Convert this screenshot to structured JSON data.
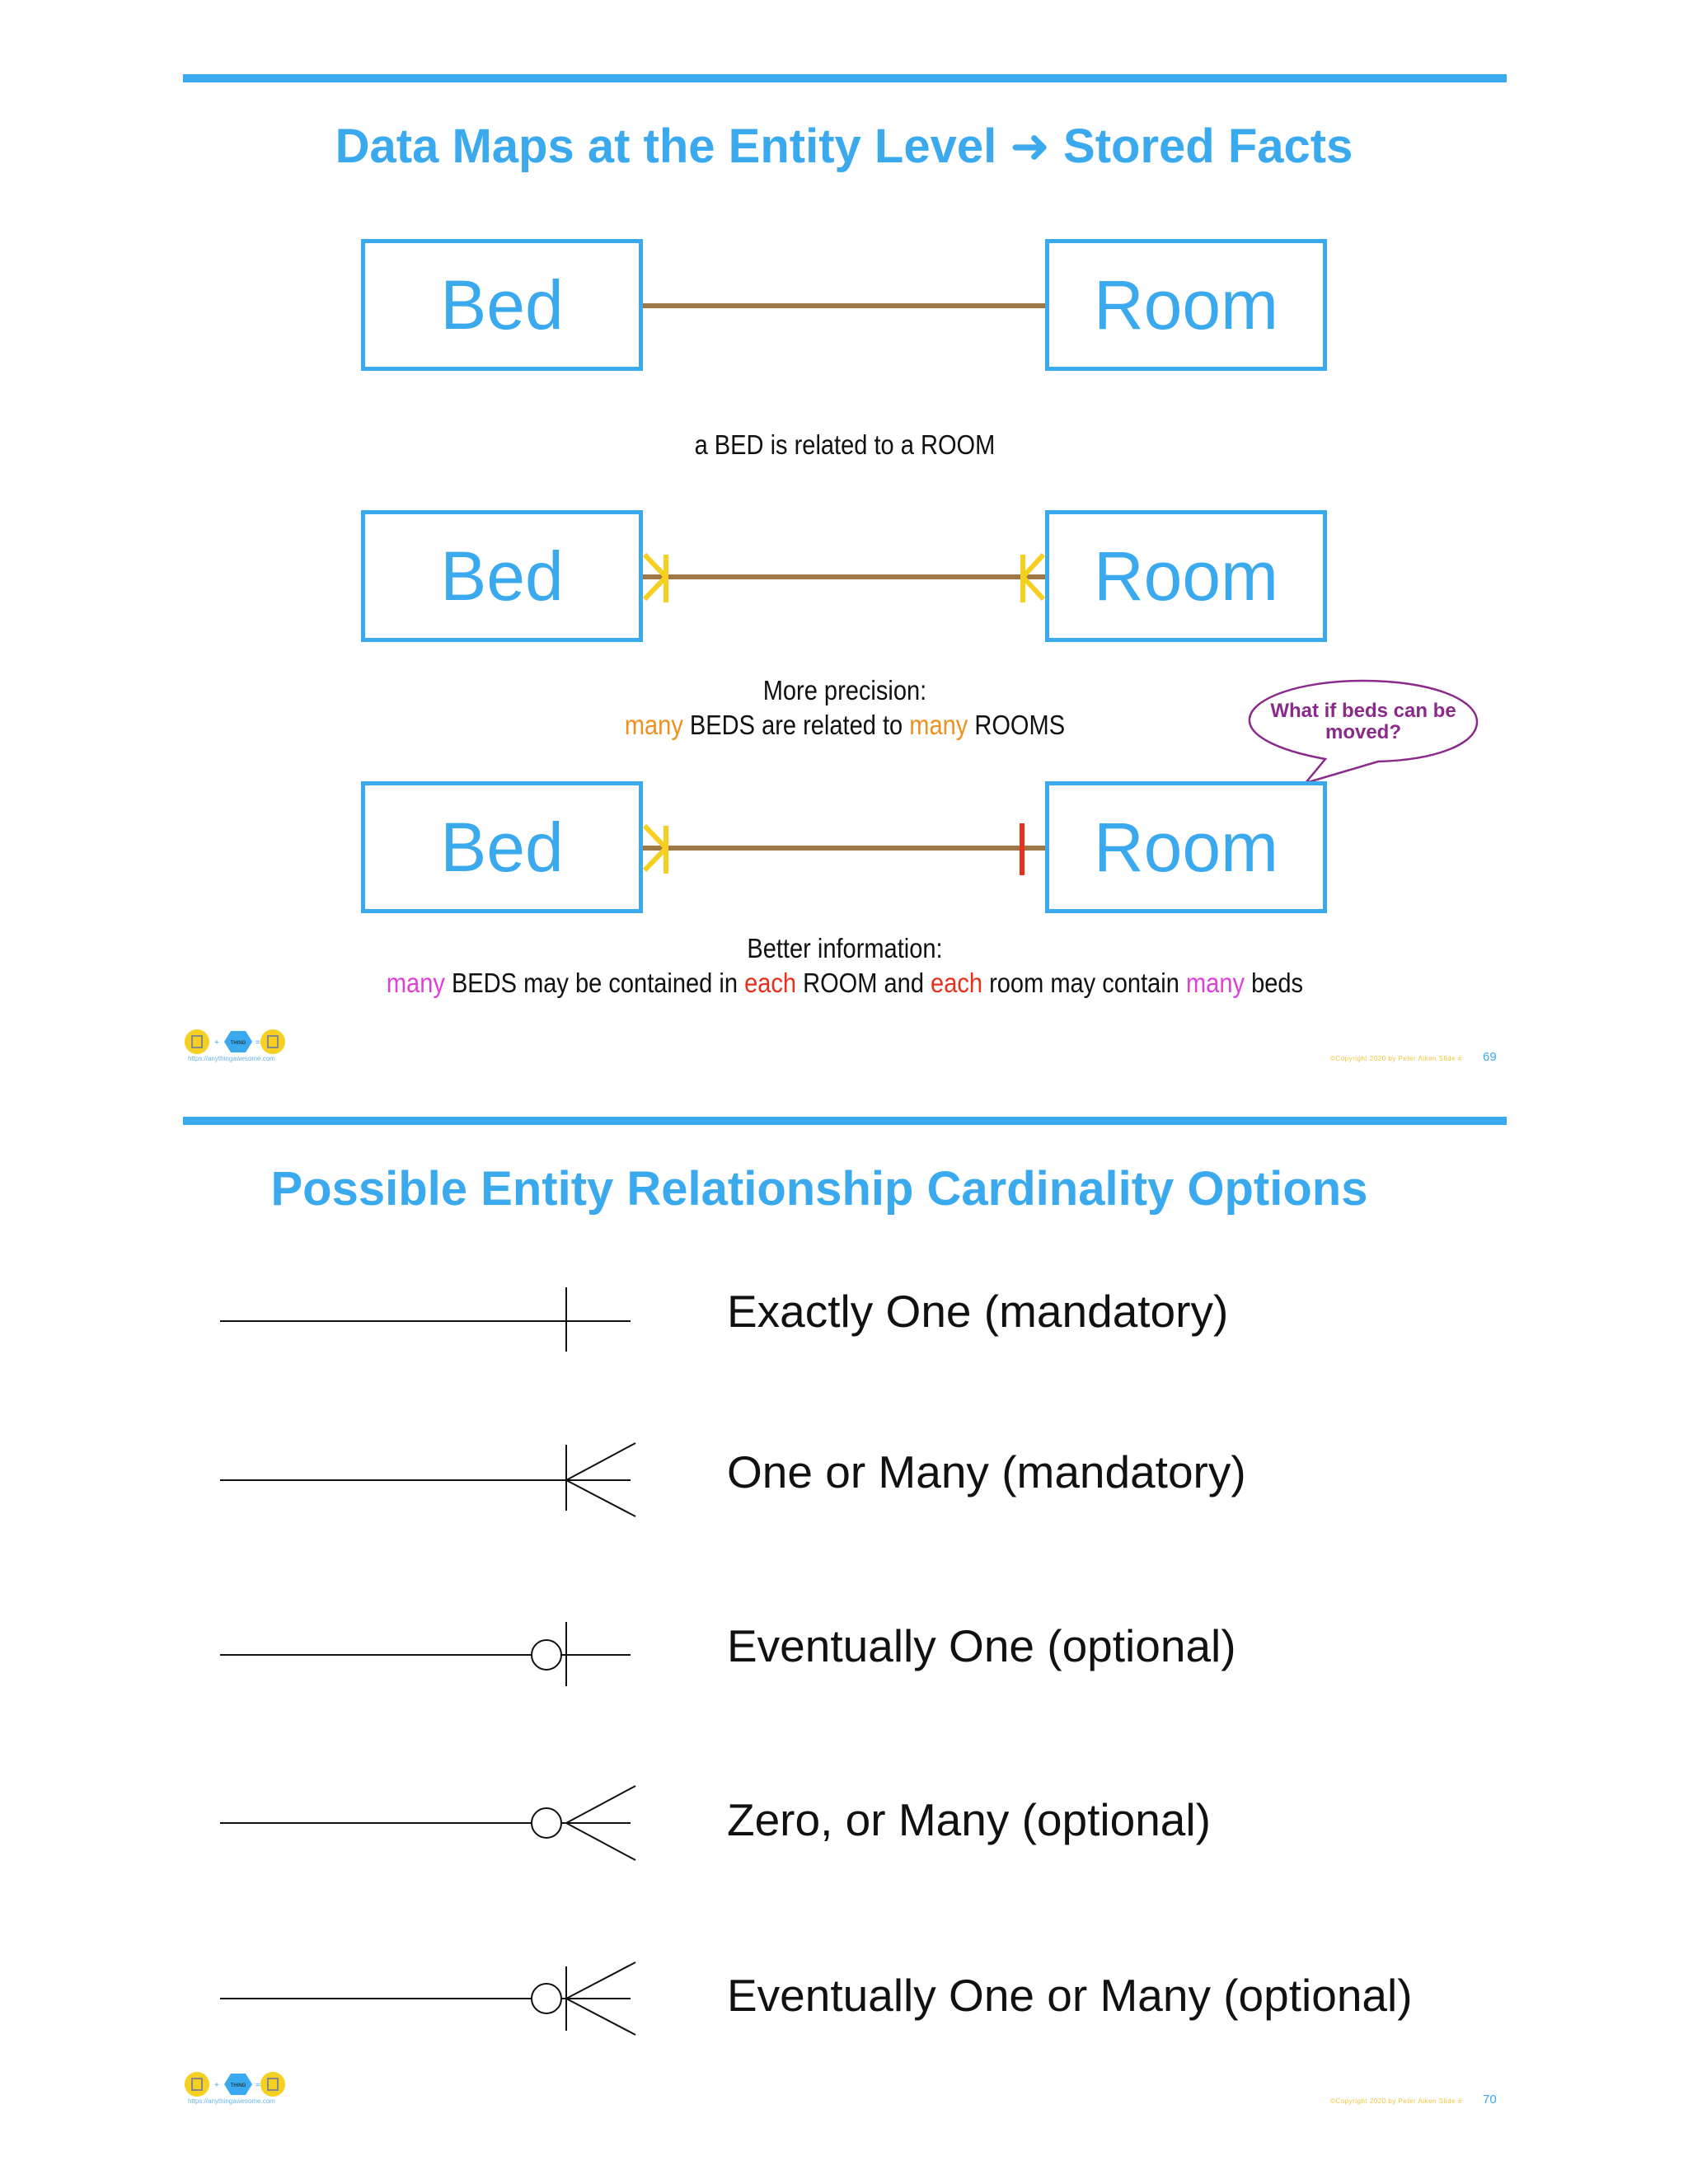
{
  "slide1": {
    "title": "Data Maps at the Entity Level ➜ Stored Facts",
    "entity_left": "Bed",
    "entity_right": "Room",
    "caption1": "a BED is related to a ROOM",
    "caption2_line1": "More precision:",
    "caption2_line2": [
      "many",
      " BEDS are related to ",
      "many",
      " ROOMS"
    ],
    "bubble": "What if beds can be moved?",
    "caption3_line1": "Better information:",
    "caption3_line2": [
      "many",
      " BEDS may be contained in ",
      "each",
      " ROOM and ",
      "each",
      " room may contain ",
      "many",
      " beds"
    ],
    "footer_url": "https://anythingawesome.com",
    "copyright": "©Copyright   2020   by Peter Aiken   Slide #",
    "page_number": "69",
    "logo_word": "THING"
  },
  "slide2": {
    "title": "Possible Entity Relationship Cardinality Options",
    "options": [
      {
        "label": "Exactly One (mandatory)",
        "symbol": "one-mandatory"
      },
      {
        "label": "One or Many (mandatory)",
        "symbol": "many-mandatory"
      },
      {
        "label": "Eventually One (optional)",
        "symbol": "one-optional"
      },
      {
        "label": "Zero, or Many (optional)",
        "symbol": "many-optional"
      },
      {
        "label": "Eventually One or Many (optional)",
        "symbol": "one-or-many-optional"
      }
    ],
    "footer_url": "https://anythingawesome.com",
    "copyright": "©Copyright   2020   by Peter Aiken   Slide #",
    "page_number": "70",
    "logo_word": "THING"
  },
  "colors": {
    "accent": "#3aa9ee",
    "connector": "#a07848",
    "crowfoot": "#f5d020",
    "one_mark": "#e8301c",
    "bubble": "#8a2a8a",
    "many_orange": "#f0901e",
    "many_magenta": "#e040d8",
    "each_red": "#e8301c"
  }
}
